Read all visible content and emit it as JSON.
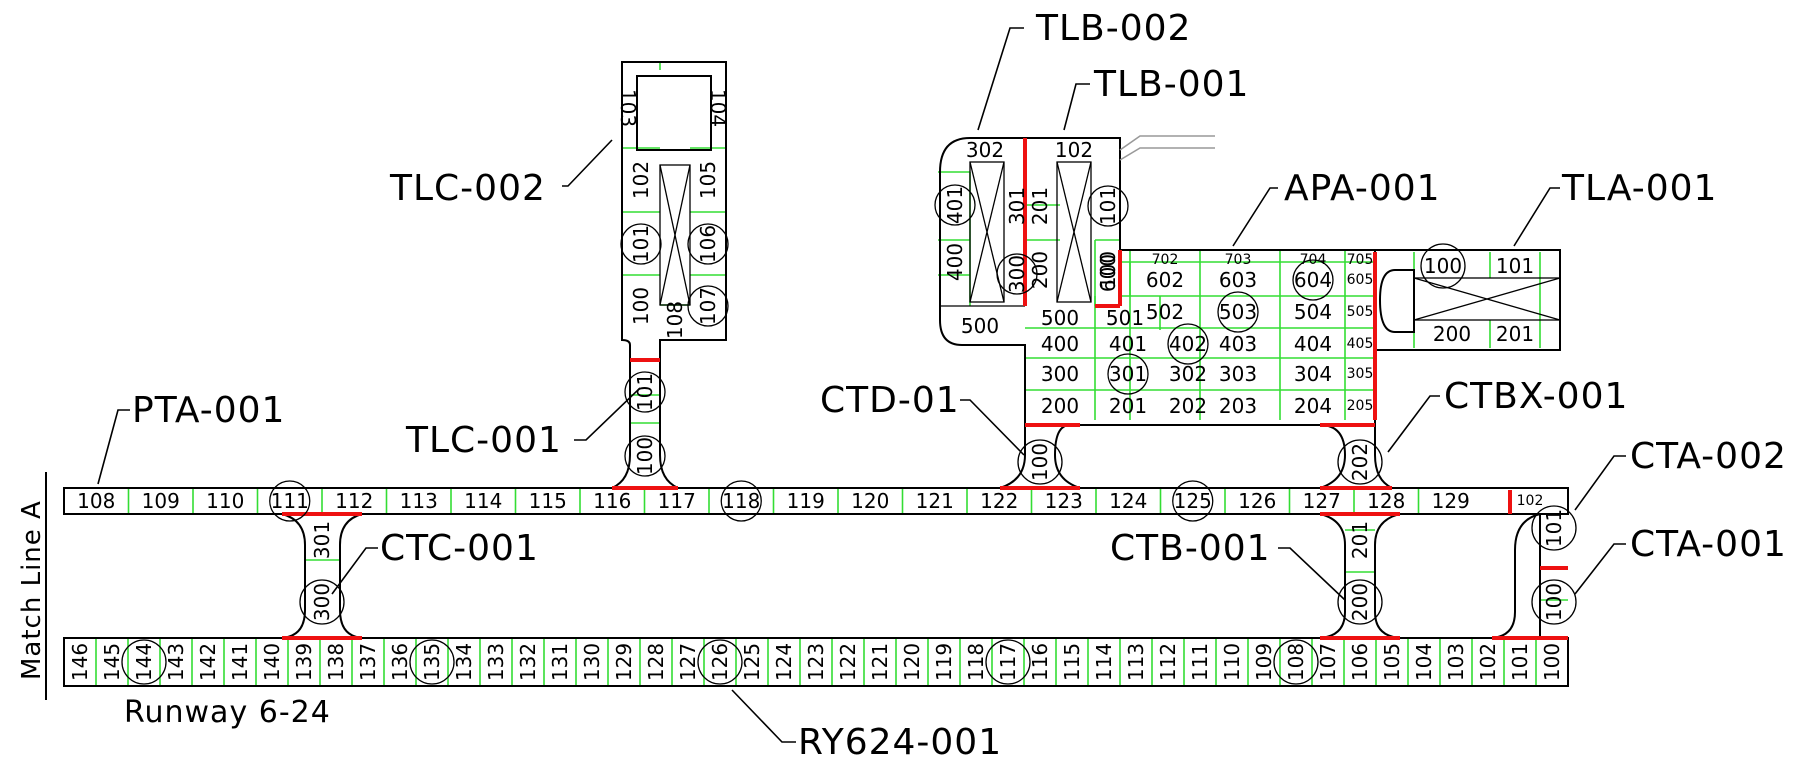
{
  "labels": {
    "pta_001": "PTA-001",
    "tlc_002": "TLC-002",
    "tlc_001": "TLC-001",
    "tlb_002": "TLB-002",
    "tlb_001": "TLB-001",
    "apa_001": "APA-001",
    "tla_001": "TLA-001",
    "ctd_01": "CTD-01",
    "ctbx_001": "CTBX-001",
    "cta_002": "CTA-002",
    "cta_001": "CTA-001",
    "ctc_001": "CTC-001",
    "ctb_001": "CTB-001",
    "ry624_001": "RY624-001",
    "match_line": "Match Line A",
    "runway": "Runway 6-24"
  },
  "taxiway_a": [
    "108",
    "109",
    "110",
    "111",
    "112",
    "113",
    "114",
    "115",
    "116",
    "117",
    "118",
    "119",
    "120",
    "121",
    "122",
    "123",
    "124",
    "125",
    "126",
    "127",
    "128",
    "129",
    "102"
  ],
  "runway_cells": [
    "146",
    "145",
    "144",
    "143",
    "142",
    "141",
    "140",
    "139",
    "138",
    "137",
    "136",
    "135",
    "134",
    "133",
    "132",
    "131",
    "130",
    "129",
    "128",
    "127",
    "126",
    "125",
    "124",
    "123",
    "122",
    "121",
    "120",
    "119",
    "118",
    "117",
    "116",
    "115",
    "114",
    "113",
    "112",
    "111",
    "110",
    "109",
    "108",
    "107",
    "106",
    "105",
    "104",
    "103",
    "102",
    "101",
    "100"
  ],
  "apron_rows": [
    [
      "702",
      "703",
      "704",
      "705"
    ],
    [
      "602",
      "603",
      "604",
      "605"
    ],
    [
      "502",
      "503",
      "504",
      "505"
    ],
    [
      "400",
      "401",
      "402",
      "403",
      "404",
      "405"
    ],
    [
      "300",
      "301",
      "302",
      "303",
      "304",
      "305"
    ],
    [
      "200",
      "201",
      "202",
      "203",
      "204",
      "205"
    ]
  ],
  "apron_misc": [
    "500",
    "501",
    "600"
  ],
  "tlb_cells": [
    "302",
    "401",
    "400",
    "300",
    "301",
    "500",
    "102",
    "201",
    "200",
    "101",
    "100"
  ],
  "tlc_cells": [
    "103",
    "104",
    "102",
    "105",
    "101",
    "106",
    "100",
    "107",
    "108"
  ],
  "tlc_stem": [
    "101",
    "100"
  ],
  "tla_cells": [
    "100",
    "101",
    "200",
    "201"
  ],
  "ctc_cells": [
    "301",
    "300"
  ],
  "ctb_cells": [
    "201",
    "200"
  ],
  "cta_cells": [
    "101",
    "100"
  ],
  "ctd_cells": [
    "100"
  ],
  "ctbx_cells": [
    "202"
  ],
  "circled": {
    "taxiway_a": [
      "111",
      "118",
      "125"
    ],
    "runway": [
      "144",
      "135",
      "126",
      "117",
      "108"
    ]
  }
}
